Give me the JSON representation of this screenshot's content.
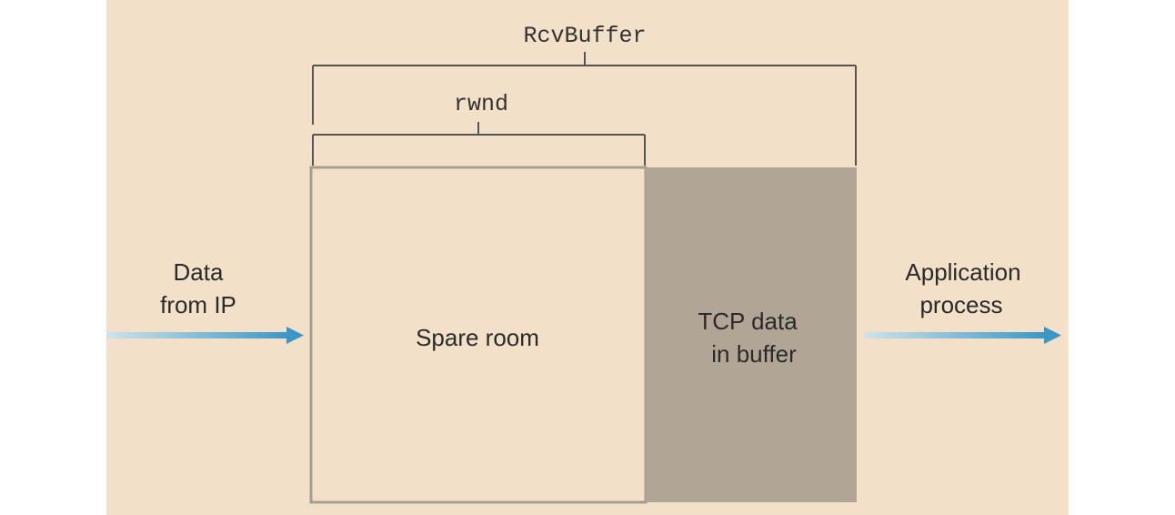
{
  "diagram": {
    "colors": {
      "background": "#f2e1c8",
      "buffer_fill": "#b1a696",
      "box_stroke": "#a89e90",
      "bracket_stroke": "#555555",
      "arrow_start": "#cfe3ea",
      "arrow_end": "#3b97c7"
    },
    "labels": {
      "rcvbuffer": "RcvBuffer",
      "rwnd": "rwnd",
      "input_line1": "Data",
      "input_line2": "from IP",
      "spare_room": "Spare room",
      "tcp_line1": "TCP data",
      "tcp_line2": "in buffer",
      "output_line1": "Application",
      "output_line2": "process"
    }
  }
}
